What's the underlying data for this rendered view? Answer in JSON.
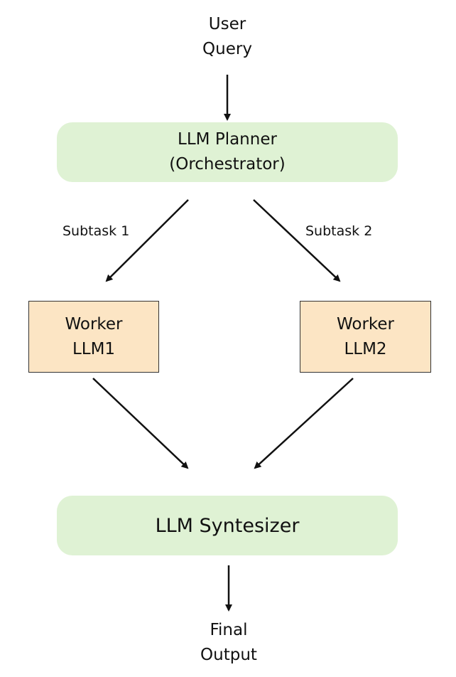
{
  "diagram": {
    "input": {
      "line1": "User",
      "line2": "Query"
    },
    "planner": {
      "line1": "LLM Planner",
      "line2": "(Orchestrator)",
      "color": "#dff2d4"
    },
    "edges": {
      "subtask1": "Subtask 1",
      "subtask2": "Subtask 2"
    },
    "workers": [
      {
        "line1": "Worker",
        "line2": "LLM1",
        "color": "#fce5c4"
      },
      {
        "line1": "Worker",
        "line2": "LLM2",
        "color": "#fce5c4"
      }
    ],
    "synthesizer": {
      "label": "LLM Syntesizer",
      "color": "#dff2d4"
    },
    "output": {
      "line1": "Final",
      "line2": "Output"
    }
  }
}
